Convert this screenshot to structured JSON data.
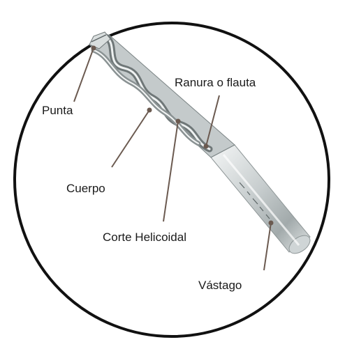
{
  "colors": {
    "frame": "#111111",
    "leader": "#6b5a50",
    "steel_light": "#e9ecec",
    "steel_mid": "#b9c0c1",
    "steel_dark": "#6f7778"
  },
  "icons": {
    "drill_bit": "drill-bit-illustration"
  },
  "labels": {
    "punta": "Punta",
    "cuerpo": "Cuerpo",
    "corte": "Corte Helicoidal",
    "ranura": "Ranura o flauta",
    "vastago": "Vástago"
  }
}
